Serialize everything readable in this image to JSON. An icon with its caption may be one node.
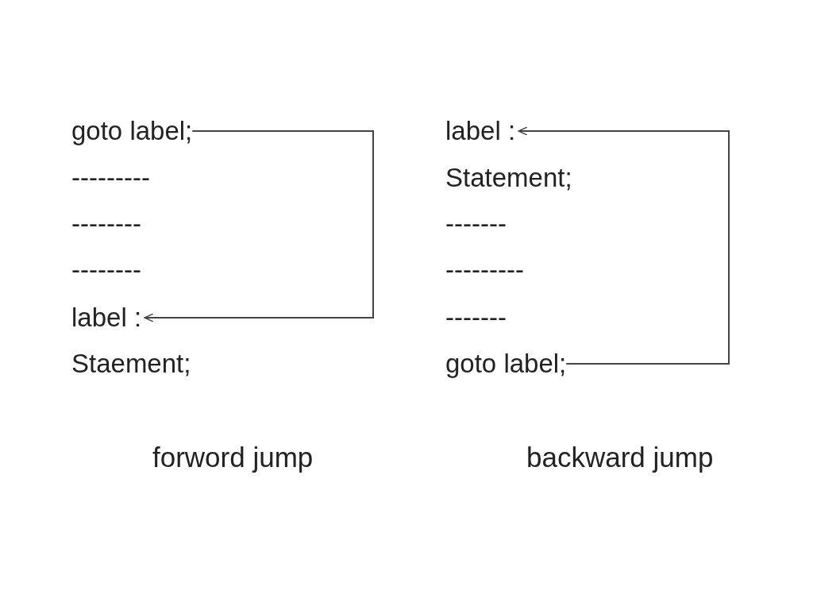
{
  "diagram": {
    "nodes": [
      {
        "text": [
          "goto label;"
        ]
      },
      {
        "text": [
          "label :"
        ]
      },
      {
        "text": [
          "label :"
        ]
      },
      {
        "text": [
          "goto label;"
        ]
      }
    ],
    "edges": [
      {
        "from": 0,
        "to": 1,
        "arrow": "to"
      },
      {
        "from": 3,
        "to": 2,
        "arrow": "to"
      }
    ],
    "labels": [
      "---------",
      "--------",
      "--------",
      "Staement;",
      "Statement;",
      "-------",
      "---------",
      "-------",
      "forword jump",
      "backward jump"
    ]
  }
}
